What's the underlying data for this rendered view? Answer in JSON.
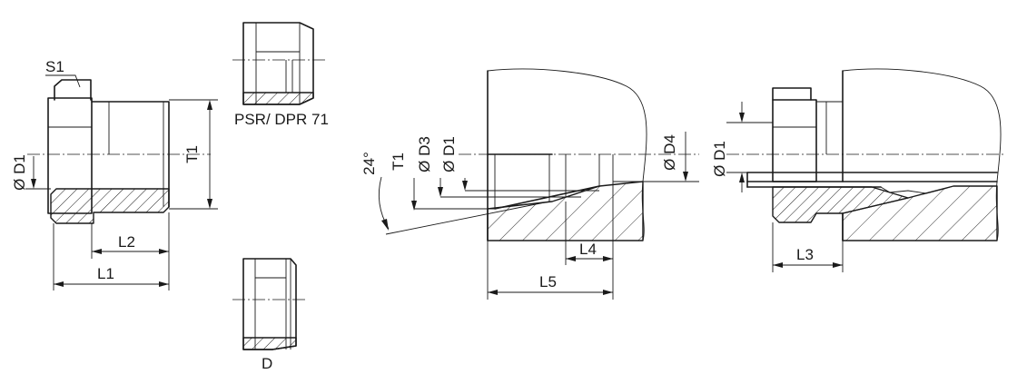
{
  "labels": {
    "s1": "S1",
    "d1_left": "Ø D1",
    "t1_left": "T1",
    "l1": "L1",
    "l2": "L2",
    "psr_dpr": "PSR/ DPR 71",
    "d_variant": "D",
    "angle_24": "24°",
    "t1_mid": "T1",
    "d3": "Ø D3",
    "d1_mid": "Ø D1",
    "d4": "Ø D4",
    "l4": "L4",
    "l5": "L5",
    "d1_right": "Ø D1",
    "l3": "L3"
  }
}
